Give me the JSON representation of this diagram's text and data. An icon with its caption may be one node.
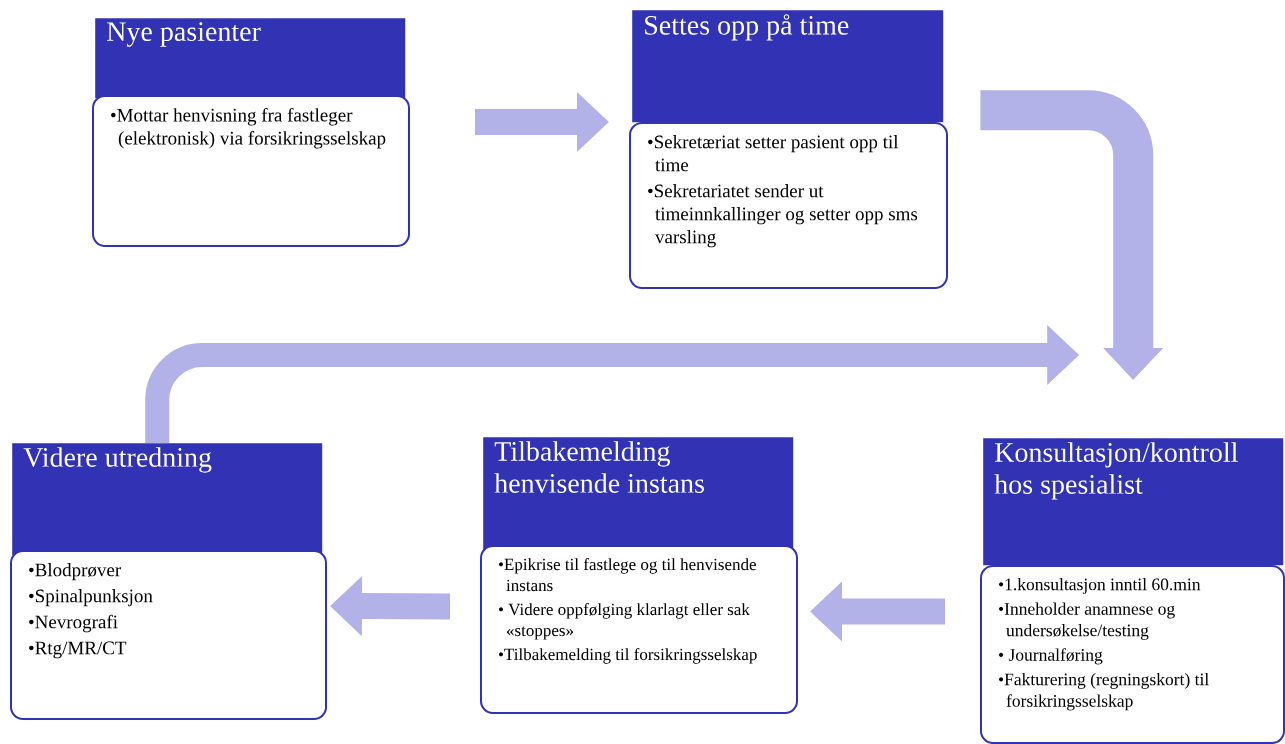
{
  "diagram": {
    "nodes": [
      {
        "text": [
          "Nye pasienter"
        ]
      },
      {
        "text": [
          "•Mottar  henvisning fra fastleger (elektronisk) via forsikringsselskap"
        ]
      },
      {
        "text": [
          "Settes opp på time"
        ]
      },
      {
        "text": [
          "•Sekretæriat setter  pasient opp til time",
          "•Sekretariatet sender ut timeinnkallinger og setter opp sms varsling"
        ]
      },
      {
        "text": [
          "Konsultasjon/kontroll hos spesialist"
        ]
      },
      {
        "text": [
          "•1.konsultasjon inntil 60.min",
          "•Inneholder anamnese og undersøkelse/testing",
          "• Journalføring",
          "•Fakturering (regningskort) til forsikringsselskap"
        ]
      },
      {
        "text": [
          "Tilbakemelding henvisende instans"
        ]
      },
      {
        "text": [
          "•Epikrise til fastlege og til henvisende instans",
          "• Videre oppfølging klarlagt eller sak «stoppes»",
          "•Tilbakemelding til forsikringsselskap"
        ]
      },
      {
        "text": [
          "Videre utredning"
        ]
      },
      {
        "text": [
          "•Blodprøver",
          "•Spinalpunksjon",
          "•Nevrografi",
          "•Rtg/MR/CT"
        ]
      }
    ],
    "edges": [
      {
        "from": 1,
        "to": 3,
        "arrow": "to"
      },
      {
        "from": 2,
        "to": 4,
        "arrow": "to"
      },
      {
        "from": 5,
        "to": 7,
        "arrow": "to"
      },
      {
        "from": 7,
        "to": 9,
        "arrow": "to"
      },
      {
        "from": 8,
        "to": 4,
        "arrow": "to"
      }
    ]
  }
}
